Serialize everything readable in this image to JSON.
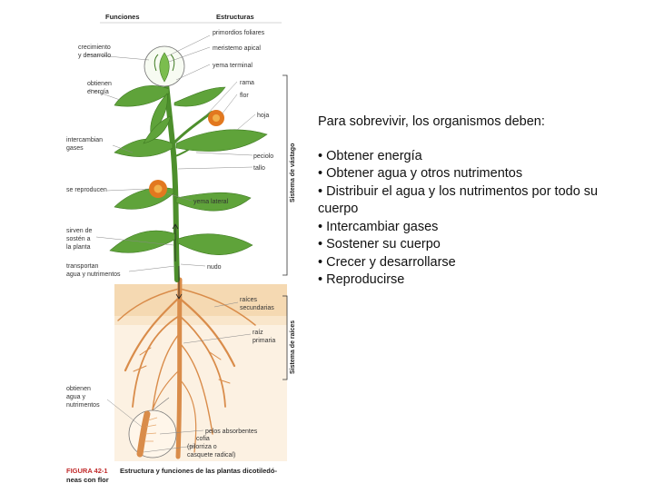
{
  "figure": {
    "header_functions": "Funciones",
    "header_structures": "Estructuras",
    "function_labels": [
      "crecimiento\ny desarrollo",
      "obtienen\nenergía",
      "intercambian\ngases",
      "se reproducen",
      "sirven de\nsostén a\nla planta",
      "transportan\nagua y nutrimentos",
      "obtienen\nagua y\nnutrimentos"
    ],
    "structure_labels": [
      "primordios foliares",
      "meristemo apical",
      "yema terminal",
      "rama",
      "flor",
      "hoja",
      "peciolo",
      "tallo",
      "yema lateral",
      "nudo",
      "raíces\nsecundarias",
      "raíz\nprimaria",
      "pelos absorbentes",
      "cofia\n(pilorriza o\ncasquete radical)"
    ],
    "system_shoot": "Sistema de vástago",
    "system_root": "Sistema de raíces",
    "caption_number": "FIGURA 42-1",
    "caption_text_1": "Estructura y funciones de las plantas dicotiledó-",
    "caption_text_2": "neas con flor"
  },
  "text_panel": {
    "intro": "Para sobrevivir, los organismos deben:",
    "bullets": [
      "• Obtener energía",
      "• Obtener agua y otros nutrimentos",
      "• Distribuir el agua y los nutrimentos por todo su cuerpo",
      "• Intercambiar gases",
      "• Sostener su cuerpo",
      "• Crecer y desarrollarse",
      "• Reproducirse"
    ]
  },
  "colors": {
    "leaf": "#5fa33a",
    "stem": "#4d8f2c",
    "flower": "#e2781f",
    "root": "#d98c4a",
    "soil": "#f1c48e",
    "caption_red": "#c02a2a"
  }
}
